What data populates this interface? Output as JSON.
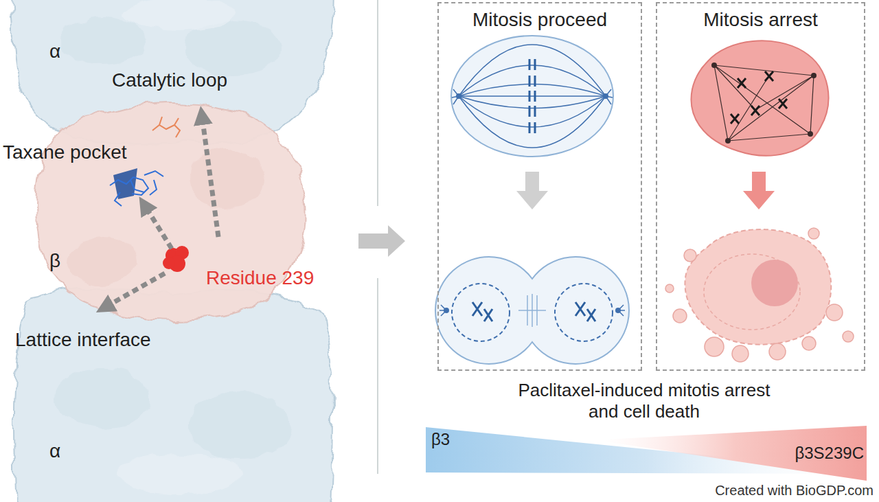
{
  "diagram": {
    "nodes": [
      {
        "text": [
          "Mitosis proceed"
        ]
      },
      {
        "text": [
          "Mitosis arrest"
        ]
      }
    ],
    "labels": [
      "α",
      "Catalytic loop",
      "Taxane pocket",
      "β",
      "Residue 239",
      "Lattice interface",
      "α",
      "Paclitaxel-induced mitotis arrest and cell death",
      "β3",
      "β3S239C",
      "Created with BioGDP.com"
    ]
  }
}
